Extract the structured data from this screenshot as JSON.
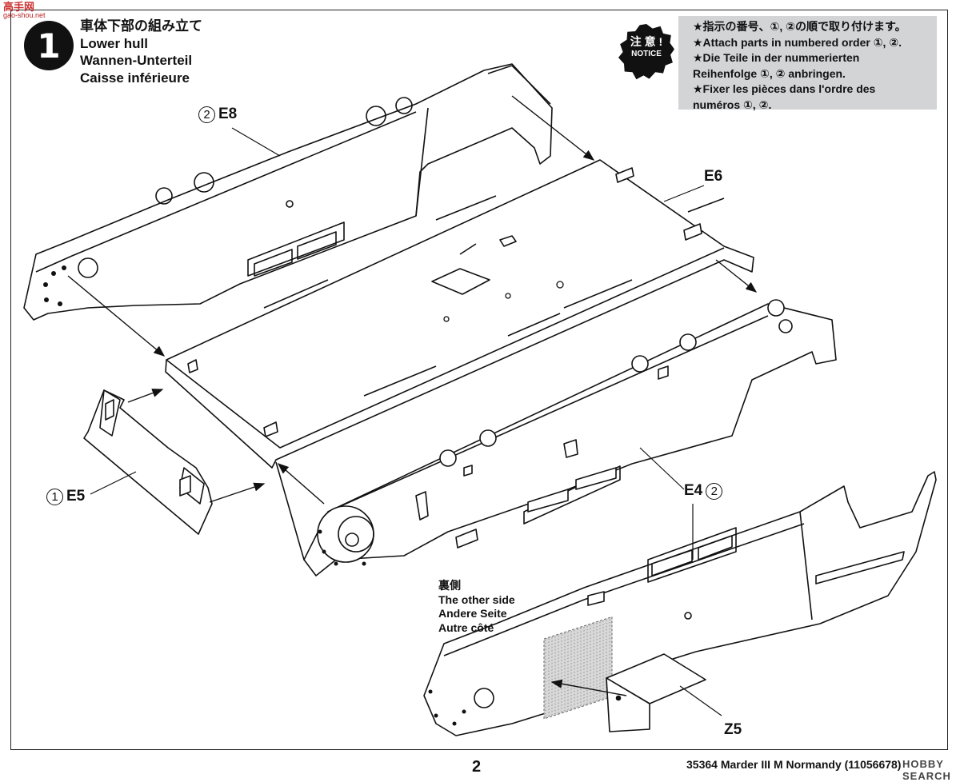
{
  "watermark": {
    "text": "高手网",
    "sub": "gao-shou.net"
  },
  "step": {
    "number": "1",
    "title_jp": "車体下部の組み立て",
    "title_en": "Lower hull",
    "title_de": "Wannen-Unterteil",
    "title_fr": "Caisse inférieure"
  },
  "notice": {
    "badge_jp": "注 意 !",
    "badge_en": "NOTICE",
    "lines": [
      "★指示の番号、①, ②の順で取り付けます。",
      "★Attach parts in numbered order ①, ②.",
      "★Die Teile in der nummerierten",
      "Reihenfolge ①, ② anbringen.",
      "★Fixer les pièces dans l'ordre des",
      "numéros ①, ②."
    ]
  },
  "parts": {
    "e8": {
      "order": "2",
      "code": "E8"
    },
    "e6": {
      "code": "E6"
    },
    "e5": {
      "order": "1",
      "code": "E5"
    },
    "e4": {
      "order": "2",
      "code": "E4"
    },
    "z5": {
      "code": "Z5"
    }
  },
  "other_side": {
    "jp": "裏側",
    "en": "The other side",
    "de": "Andere Seite",
    "fr": "Autre côté"
  },
  "footer": {
    "page_number": "2",
    "kit_text": "35364  Marder III M Normandy (11056678)",
    "mark": "HOBBY SEARCH"
  }
}
